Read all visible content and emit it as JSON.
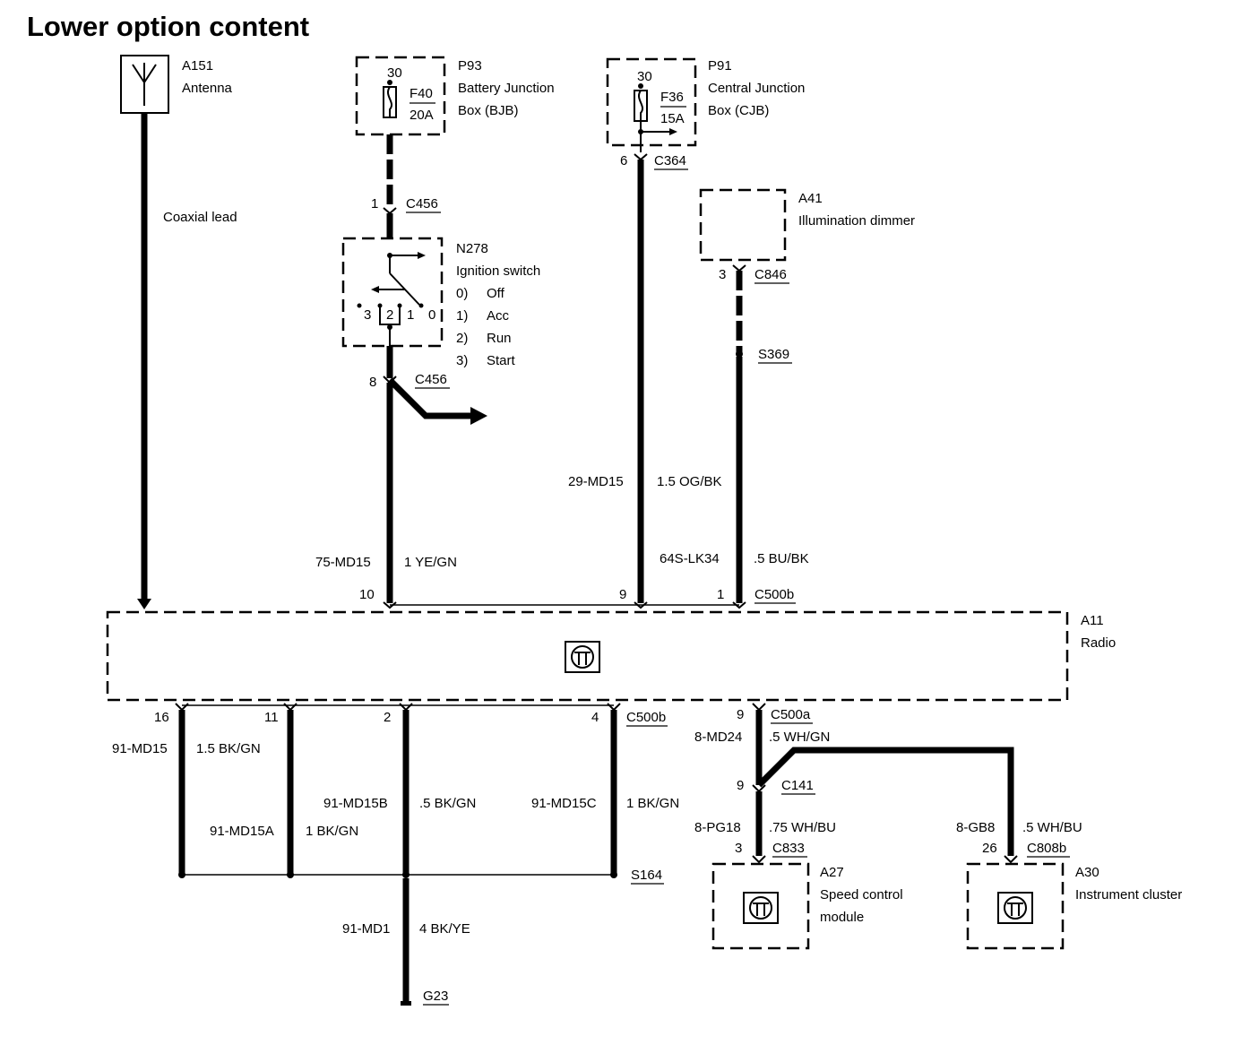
{
  "title": "Lower option content",
  "components": {
    "antenna": {
      "id": "A151",
      "name": "Antenna"
    },
    "bjb": {
      "id": "P93",
      "name_line1": "Battery Junction",
      "name_line2": "Box (BJB)",
      "pin": "30",
      "fuse": "F40",
      "rating": "20A"
    },
    "cjb": {
      "id": "P91",
      "name_line1": "Central Junction",
      "name_line2": "Box (CJB)",
      "pin": "30",
      "fuse": "F36",
      "rating": "15A"
    },
    "dimmer": {
      "id": "A41",
      "name": "Illumination dimmer"
    },
    "ignition": {
      "id": "N278",
      "name": "Ignition switch",
      "positions": [
        {
          "num": "0)",
          "label": "Off"
        },
        {
          "num": "1)",
          "label": "Acc"
        },
        {
          "num": "2)",
          "label": "Run"
        },
        {
          "num": "3)",
          "label": "Start"
        }
      ],
      "contacts": [
        "3",
        "2",
        "1",
        "0"
      ]
    },
    "radio": {
      "id": "A11",
      "name": "Radio"
    },
    "speed_control": {
      "id": "A27",
      "name_line1": "Speed control",
      "name_line2": "module"
    },
    "cluster": {
      "id": "A30",
      "name": "Instrument cluster"
    }
  },
  "wiring": {
    "coaxial": "Coaxial lead",
    "c456_top": {
      "pin": "1",
      "conn": "C456"
    },
    "c456_bottom": {
      "pin": "8",
      "conn": "C456"
    },
    "c364": {
      "pin": "6",
      "conn": "C364"
    },
    "c846": {
      "pin": "3",
      "conn": "C846"
    },
    "s369": "S369",
    "w_29": {
      "circuit": "29-MD15",
      "spec": "1.5 OG/BK"
    },
    "w_75": {
      "circuit": "75-MD15",
      "spec": "1 YE/GN"
    },
    "w_64": {
      "circuit": "64S-LK34",
      "spec": ".5 BU/BK"
    },
    "c500b_top": {
      "pins": [
        "10",
        "9",
        "1"
      ],
      "conn": "C500b"
    },
    "c500b_bottom": {
      "pins": [
        "16",
        "11",
        "2",
        "4"
      ],
      "conn": "C500b"
    },
    "c500a": {
      "pin": "9",
      "conn": "C500a"
    },
    "w_8md24": {
      "circuit": "8-MD24",
      "spec": ".5 WH/GN"
    },
    "c141": {
      "pin": "9",
      "conn": "C141"
    },
    "w_8pg18": {
      "circuit": "8-PG18",
      "spec": ".75 WH/BU"
    },
    "c833": {
      "pin": "3",
      "conn": "C833"
    },
    "w_8gb8": {
      "circuit": "8-GB8",
      "spec": ".5 WH/BU"
    },
    "c808b": {
      "pin": "26",
      "conn": "C808b"
    },
    "w_91md15": {
      "circuit": "91-MD15",
      "spec": "1.5 BK/GN"
    },
    "w_91md15a": {
      "circuit": "91-MD15A",
      "spec": "1 BK/GN"
    },
    "w_91md15b": {
      "circuit": "91-MD15B",
      "spec": ".5 BK/GN"
    },
    "w_91md15c": {
      "circuit": "91-MD15C",
      "spec": "1 BK/GN"
    },
    "s164": "S164",
    "w_91md1": {
      "circuit": "91-MD1",
      "spec": "4 BK/YE"
    },
    "g23": "G23"
  }
}
